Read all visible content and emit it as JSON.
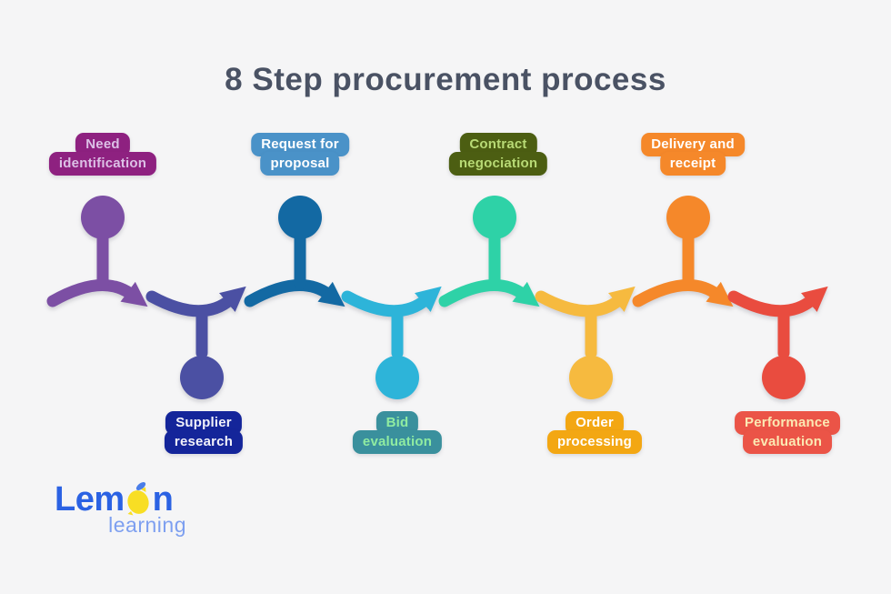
{
  "title": "8 Step procurement process",
  "title_color": "#4a5264",
  "background_color": "#f5f5f6",
  "steps": [
    {
      "name": "need-identification",
      "line1": "Need",
      "line2": "identification",
      "position": "top",
      "color": "#7c4fa4",
      "badge_bg": "#8e2180",
      "badge_fg": "#dcc1e6"
    },
    {
      "name": "supplier-research",
      "line1": "Supplier",
      "line2": "research",
      "position": "bottom",
      "color": "#4b50a3",
      "badge_bg": "#14259a",
      "badge_fg": "#f2f2fa"
    },
    {
      "name": "request-for-proposal",
      "line1": "Request for",
      "line2": "proposal",
      "position": "top",
      "color": "#1369a3",
      "badge_bg": "#4a92c8",
      "badge_fg": "#ffffff"
    },
    {
      "name": "bid-evaluation",
      "line1": "Bid",
      "line2": "evaluation",
      "position": "bottom",
      "color": "#2db4d9",
      "badge_bg": "#3a909d",
      "badge_fg": "#8feba1"
    },
    {
      "name": "contract-negociation",
      "line1": "Contract",
      "line2": "negociation",
      "position": "top",
      "color": "#2ed2a7",
      "badge_bg": "#4c5e12",
      "badge_fg": "#b8da75"
    },
    {
      "name": "order-processing",
      "line1": "Order",
      "line2": "processing",
      "position": "bottom",
      "color": "#f6ba3f",
      "badge_bg": "#f3a713",
      "badge_fg": "#ffffff"
    },
    {
      "name": "delivery-and-receipt",
      "line1": "Delivery and",
      "line2": "receipt",
      "position": "top",
      "color": "#f5882a",
      "badge_bg": "#f5882a",
      "badge_fg": "#ffffff"
    },
    {
      "name": "performance-evaluation",
      "line1": "Performance",
      "line2": "evaluation",
      "position": "bottom",
      "color": "#e94c3f",
      "badge_bg": "#eb5447",
      "badge_fg": "#fbe9b3"
    }
  ],
  "logo": {
    "icon": "lemon-icon",
    "text_before": "Lem",
    "text_after": "n",
    "subtext": "learning",
    "primary_color": "#2b62e3",
    "secondary_color": "#7d9ff0",
    "lemon_color": "#f8de24",
    "leaf_color": "#4a7de8"
  }
}
